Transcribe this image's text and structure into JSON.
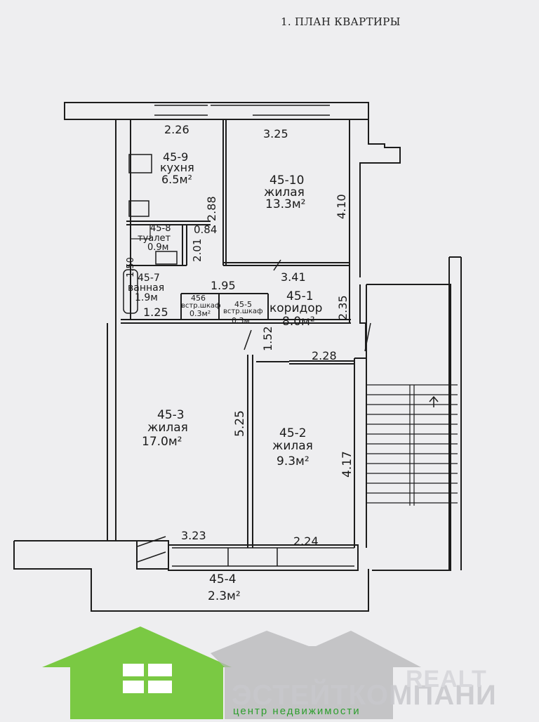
{
  "title": "1. ПЛАН КВАРТИРЫ",
  "rooms": [
    {
      "id": "45-9",
      "name": "кухня",
      "area": "6.5м²"
    },
    {
      "id": "45-10",
      "name": "жилая",
      "area": "13.3м²"
    },
    {
      "id": "45-8",
      "name": "туалет",
      "area": "0.9м"
    },
    {
      "id": "45-7",
      "name": "ванная",
      "area": "1.9м"
    },
    {
      "id": "456",
      "name": "встр.шкаф",
      "area": "0.3м²"
    },
    {
      "id": "45-5",
      "name": "встр.шкаф",
      "area": "0.3м"
    },
    {
      "id": "45-1",
      "name": "коридор",
      "area": "8.0м²"
    },
    {
      "id": "45-3",
      "name": "жилая",
      "area": "17.0м²"
    },
    {
      "id": "45-2",
      "name": "жилая",
      "area": "9.3м²"
    },
    {
      "id": "45-4",
      "name": "",
      "area": "2.3м²"
    }
  ],
  "dimensions": [
    "2.26",
    "3.25",
    "2.88",
    "4.10",
    "0.84",
    "2.01",
    "1.50",
    "3.41",
    "1.95",
    "2.35",
    "1.25",
    "1.52",
    "2.28",
    "5.25",
    "4.17",
    "3.23",
    "2.24"
  ],
  "watermark": {
    "brand": "ЭСТЕЙТКОМПАНИ",
    "tagline": "центр недвижимости",
    "realt": "REALT",
    "green": "#7ac943",
    "gray": "#b5b5b8"
  }
}
